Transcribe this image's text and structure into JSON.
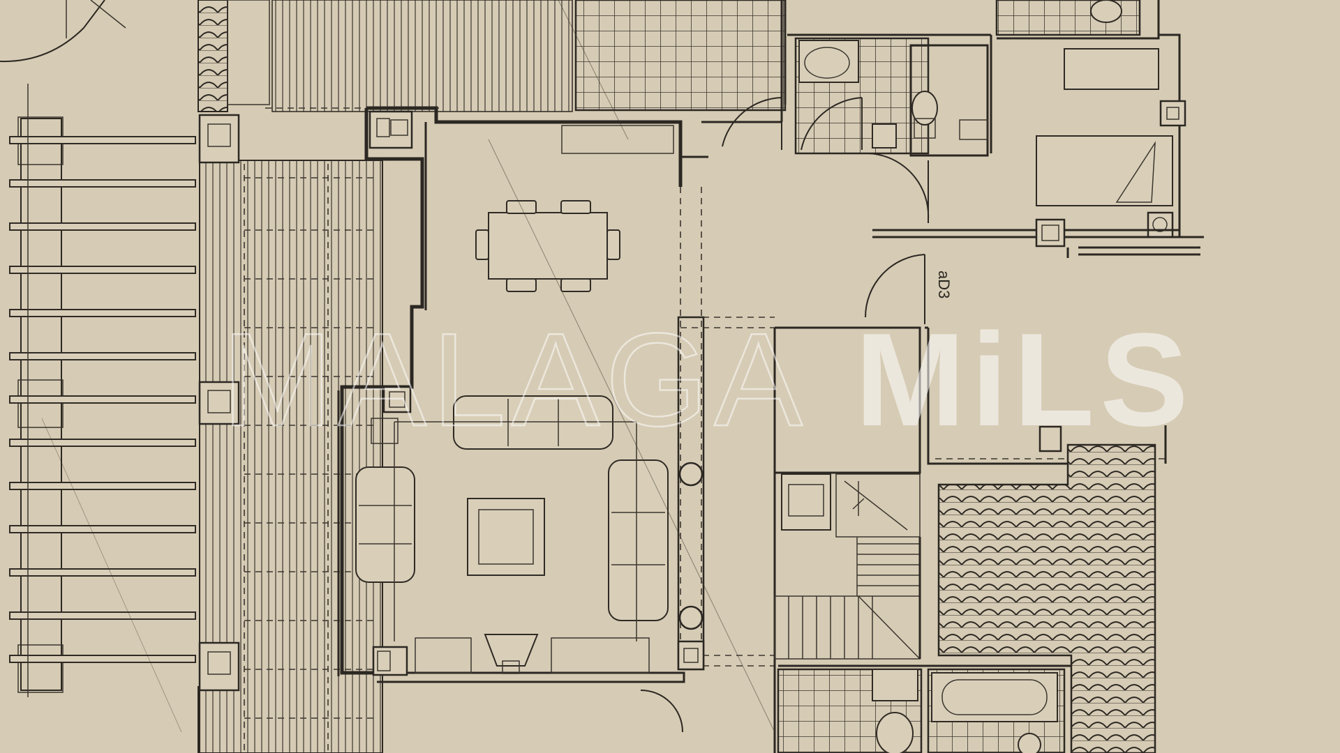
{
  "plan": {
    "door_label": "aD3"
  },
  "watermark": {
    "light_text": "MALAGA",
    "bold_text": "MiLS"
  },
  "colors": {
    "paper": "#d6cbb4",
    "ink": "#2b2722"
  }
}
